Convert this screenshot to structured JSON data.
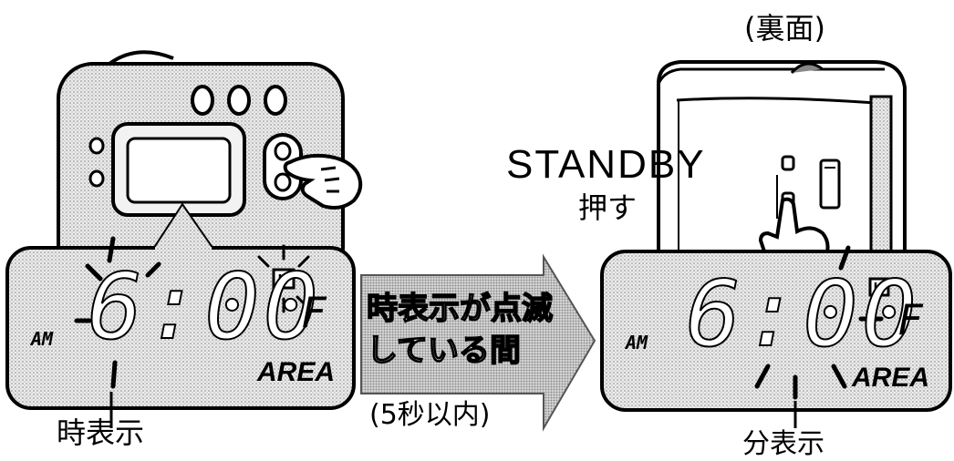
{
  "labels": {
    "back_side": "(裏面)",
    "standby": "STANDBY",
    "push": "押す",
    "hour_display": "時表示",
    "minute_display": "分表示",
    "within": "(5秒以内)"
  },
  "arrow": {
    "line1": "時表示が点滅",
    "line2": "している間"
  },
  "left_lcd": {
    "ampm": "AM",
    "time": "6:00",
    "band": "F",
    "area": "AREA"
  },
  "right_lcd": {
    "ampm": "AM",
    "time": "6:00",
    "band": "F",
    "area": "AREA"
  },
  "colors": {
    "ink": "#000000",
    "screen_tone": "#e6e6e6",
    "body_tone": "#dcdcdc",
    "arrow_tone": "#bdbdbd"
  },
  "icons": [
    "pointing-hand-icon",
    "alarm-clock-icon"
  ]
}
